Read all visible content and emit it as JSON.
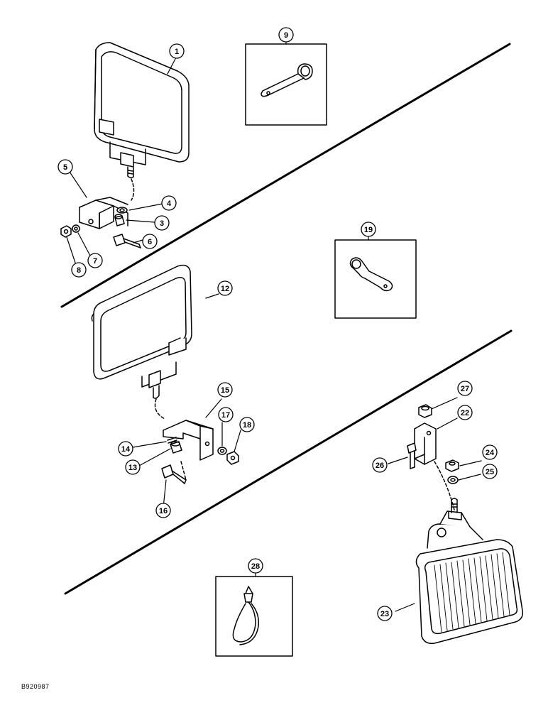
{
  "figure_id": "B920987",
  "callouts": {
    "c1": "1",
    "c3": "3",
    "c4": "4",
    "c5": "5",
    "c6": "6",
    "c7": "7",
    "c8": "8",
    "c9": "9",
    "c12": "12",
    "c13": "13",
    "c14": "14",
    "c15": "15",
    "c16": "16",
    "c17": "17",
    "c18": "18",
    "c19": "19",
    "c22": "22",
    "c23": "23",
    "c24": "24",
    "c25": "25",
    "c26": "26",
    "c27": "27",
    "c28": "28"
  }
}
